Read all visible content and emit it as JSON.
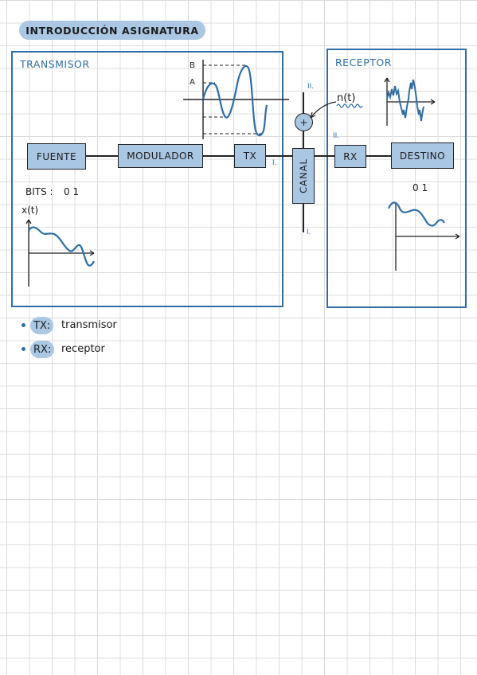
{
  "page_title": "INTRODUCCIÓN ASIGNATURA",
  "transmitter": {
    "title": "TRANSMISOR",
    "blocks": {
      "source": "FUENTE",
      "modulator": "MODULADOR",
      "tx": "TX"
    },
    "bits_label": "BITS :",
    "bits_value": "0 1",
    "signal_label": "x(t)",
    "level_b": "B",
    "level_a": "A"
  },
  "channel": {
    "label": "CANAL",
    "noise_label": "n(t)",
    "adder_symbol": "+",
    "point_labels": [
      "II.",
      "I.",
      "I."
    ]
  },
  "receiver": {
    "title": "RECEPTOR",
    "blocks": {
      "rx": "RX",
      "destination": "DESTINO"
    },
    "point_label": "II.",
    "bits_value": "0 1"
  },
  "legend": [
    {
      "abbr": "TX",
      "sep": ":",
      "text": "transmisor"
    },
    {
      "abbr": "RX",
      "sep": ":",
      "text": "receptor"
    }
  ],
  "colors": {
    "accent": "#2e6ea6",
    "block_fill": "#a9c6e2",
    "highlight": "#aac8e4",
    "ink": "#222222"
  }
}
